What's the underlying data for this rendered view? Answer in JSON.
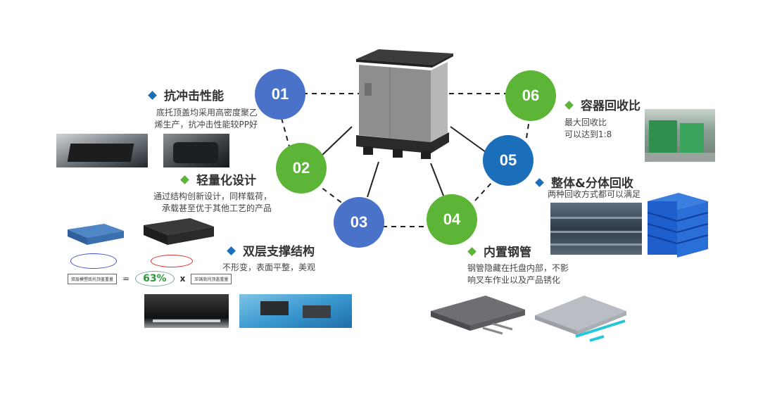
{
  "colors": {
    "blue": "#4a72c9",
    "green": "#5cb536",
    "dark_blue": "#1b6fba"
  },
  "nodes": [
    {
      "num": "01",
      "title": "抗冲击性能",
      "desc": [
        "底托顶盖均采用高密度聚乙",
        "烯生产，抗冲击性能较PP好"
      ]
    },
    {
      "num": "02",
      "title": "轻量化设计",
      "desc": [
        "通过结构创新设计，同样载荷，",
        "承载甚至优于其他工艺的产品"
      ]
    },
    {
      "num": "03",
      "title": "双层支撑结构",
      "desc": [
        "不形变，表面平整，美观"
      ]
    },
    {
      "num": "04",
      "title": "内置钢管",
      "desc": [
        "钢管隐藏在托盘内部，不影",
        "响叉车作业以及产品锈化"
      ]
    },
    {
      "num": "05",
      "title": "整体&分体回收",
      "desc": [
        "两种回收方式都可以满足"
      ]
    },
    {
      "num": "06",
      "title": "容器回收比",
      "desc": [
        "最大回收比",
        "可以达到1:8"
      ]
    }
  ],
  "weight_formula": {
    "left_label": "双层模塑底托顶盖重量",
    "equals": "=",
    "percent": "63%",
    "times": "x",
    "right_label": "压铸底托顶盖重量"
  },
  "icons": [
    "diamond-icon"
  ]
}
